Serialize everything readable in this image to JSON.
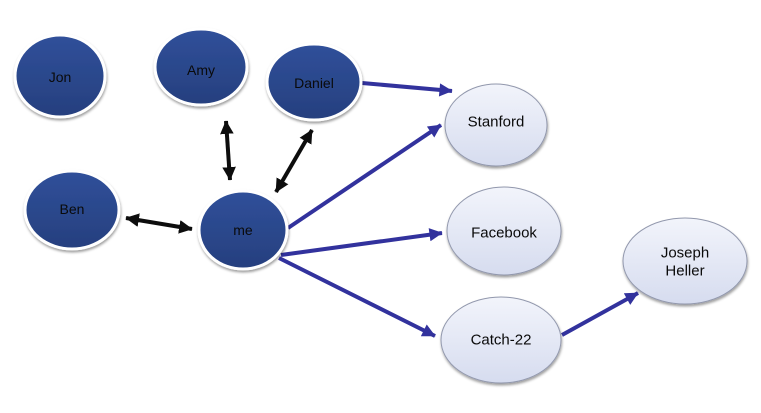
{
  "diagram": {
    "background_color": "#ffffff",
    "nodes": [
      {
        "id": "jon",
        "label": "Jon",
        "type": "person"
      },
      {
        "id": "amy",
        "label": "Amy",
        "type": "person"
      },
      {
        "id": "daniel",
        "label": "Daniel",
        "type": "person"
      },
      {
        "id": "ben",
        "label": "Ben",
        "type": "person"
      },
      {
        "id": "me",
        "label": "me",
        "type": "person"
      },
      {
        "id": "stanford",
        "label": "Stanford",
        "type": "entity"
      },
      {
        "id": "facebook",
        "label": "Facebook",
        "type": "entity"
      },
      {
        "id": "catch22",
        "label": "Catch-22",
        "type": "entity"
      },
      {
        "id": "joseph-heller",
        "label": "Joseph Heller",
        "label_lines": [
          "Joseph",
          "Heller"
        ],
        "type": "entity"
      }
    ],
    "edges": [
      {
        "from": "me",
        "to": "ben",
        "type": "bidirectional",
        "color": "black"
      },
      {
        "from": "me",
        "to": "amy",
        "type": "bidirectional",
        "color": "black"
      },
      {
        "from": "me",
        "to": "daniel",
        "type": "bidirectional",
        "color": "black"
      },
      {
        "from": "daniel",
        "to": "stanford",
        "type": "directed",
        "color": "blue"
      },
      {
        "from": "me",
        "to": "stanford",
        "type": "directed",
        "color": "blue"
      },
      {
        "from": "me",
        "to": "facebook",
        "type": "directed",
        "color": "blue"
      },
      {
        "from": "me",
        "to": "catch22",
        "type": "directed",
        "color": "blue"
      },
      {
        "from": "catch22",
        "to": "joseph-heller",
        "type": "directed",
        "color": "blue"
      }
    ],
    "colors": {
      "person_fill": "#2a4a8c",
      "person_border": "#ffffff",
      "entity_fill": "#dfe3f4",
      "entity_border": "#9298ad",
      "mutual_edge": "#0d0d0d",
      "directed_edge": "#32329d",
      "label": "#000000"
    }
  }
}
